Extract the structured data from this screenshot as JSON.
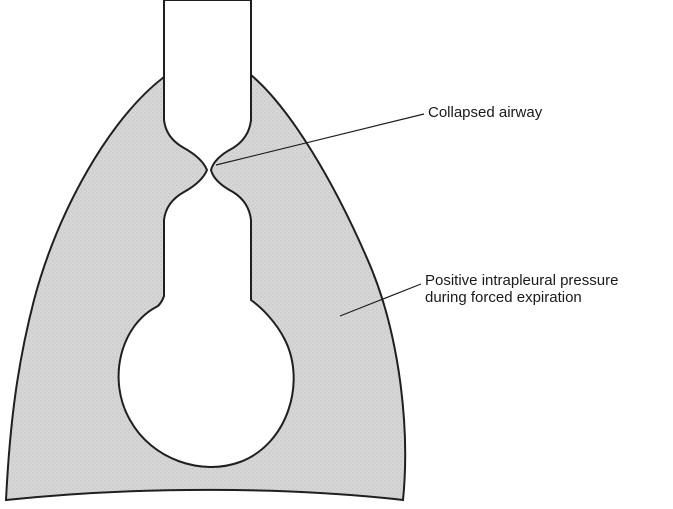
{
  "labels": {
    "collapsed_airway": "Collapsed airway",
    "pressure_line1": "Positive intrapleural pressure",
    "pressure_line2": "during forced expiration"
  },
  "colors": {
    "lung_fill": "#d9d9d9",
    "outline": "#1f1f1f",
    "airway_fill": "#ffffff"
  }
}
